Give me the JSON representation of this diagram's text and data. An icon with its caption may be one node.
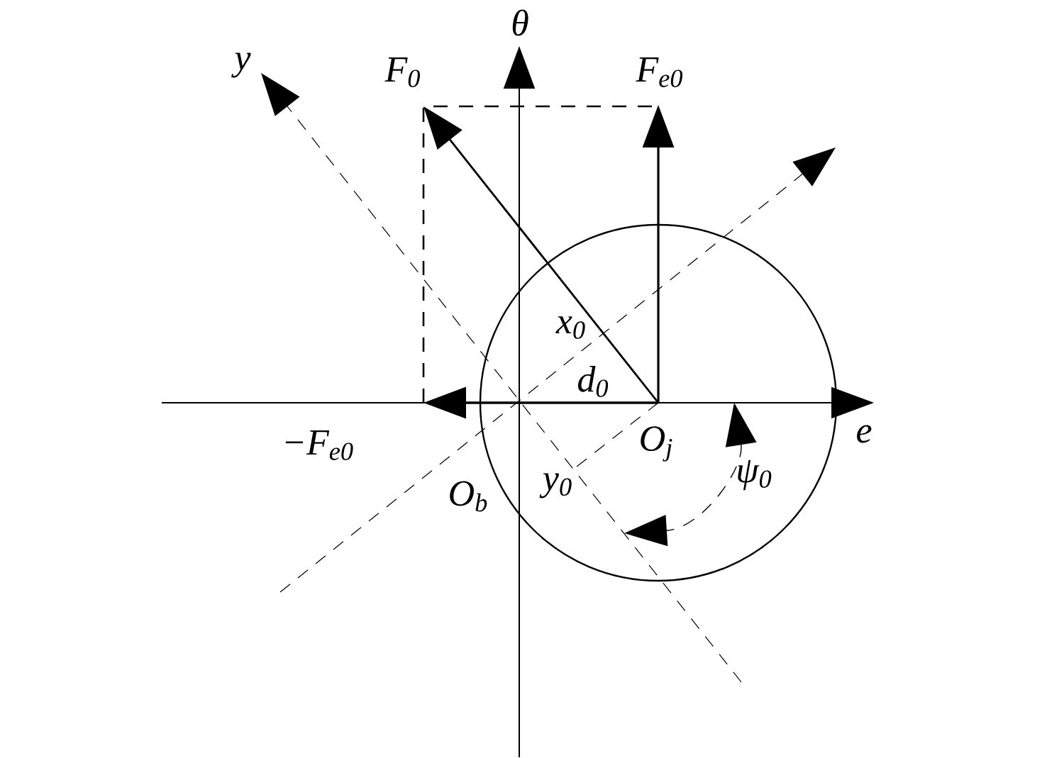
{
  "diagram": {
    "labels": [
      "θ",
      "y",
      "F$_{0}$",
      "F$_{e0}$",
      "x$_{0}$",
      "d$_{0}$",
      "O$_{j}$",
      "e",
      "−F$_{e0}$",
      "O$_{b}$",
      "y$_{0}$",
      "ψ$_{0}$"
    ]
  }
}
